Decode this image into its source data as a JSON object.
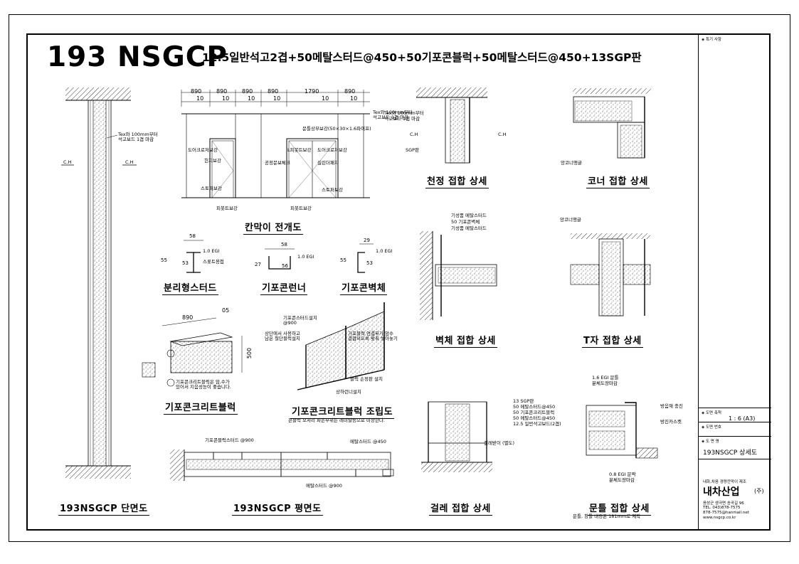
{
  "title": {
    "code": "193 NSGCP",
    "spec": "12.5일반석고2겹+50메탈스터드@450+50기포콘블럭+50메탈스터드@450+13SGP판"
  },
  "section_view": {
    "caption": "193NSGCP 단면도",
    "note": "Tex와 100mm부터\n석고보드 1겹 마감",
    "cut_left": "C.H",
    "cut_right": "C.H"
  },
  "elevation_view": {
    "caption": "칸막이 전개도",
    "widths": [
      "890",
      "890",
      "890",
      "890",
      "1790",
      "890"
    ],
    "gaps": [
      "10",
      "10",
      "10",
      "10",
      "10",
      "10"
    ],
    "notes": {
      "top_right": "Tex와 100mm부터\n석고보드 1겹 마감",
      "frame_top": "문틀상부보강(50×30×1.6파이프)",
      "door_reinforce_l": "도어크로저보강",
      "hinge": "힌지보강",
      "stopper_l": "스토퍼보강",
      "pivot_l": "피봇트보강",
      "lift": "L피봇트보강",
      "door_reinforce_r": "도어크로저보강",
      "lock": "공정문보체크",
      "lock2": "실린더패치",
      "stopper_r": "스토퍼보강",
      "pivot_r": "피봇트보강"
    }
  },
  "profiles": [
    {
      "caption": "분리형스터드",
      "dims": [
        "58",
        "55",
        "53"
      ],
      "notes": [
        "1.0 EGI",
        "스롯트용접"
      ]
    },
    {
      "caption": "기포콘런너",
      "dims": [
        "58",
        "27",
        "56"
      ],
      "notes": [
        "1.0 EGI"
      ]
    },
    {
      "caption": "기포콘벽체",
      "dims": [
        "29",
        "55",
        "53"
      ],
      "notes": [
        "1.0 EGI"
      ]
    }
  ],
  "block_view": {
    "caption": "기포콘크리트블럭",
    "dims": [
      "890",
      "05",
      "500"
    ],
    "note": "기포콘크리트블럭은 암,수가\n있어서 지음성능이 좋습니다."
  },
  "assembly_view": {
    "caption": "기포콘크리트블럭 조립도",
    "sub": "콘블럭 모서리 파손부위는 레미탈등으로 미장한다.",
    "notes": {
      "stud": "기포콘스터드설치\n@900",
      "top": "상단에서 사용하고\n남은 절단블럭설치",
      "joint": "기포블럭 연결부가 암수\n결합되도록 맞춰 쌓아놓기",
      "screw": "블럭 손정판 설치",
      "runner": "상하런너설치"
    }
  },
  "plan_view": {
    "caption": "193NSGCP 평면도",
    "notes": {
      "stud900": "기포콘블럭스터드 @900",
      "stud450": "메탈스터드 @450",
      "stud900b": "메탈스터드 @900"
    }
  },
  "details": [
    {
      "caption": "천정 접합 상세",
      "notes": [
        "Tex와 100mm부터",
        "석고보드 1겹 마감",
        "C.H",
        "C.H",
        "SGP판"
      ]
    },
    {
      "caption": "코너 접합 상세",
      "notes": [
        "앙코너앵글"
      ]
    },
    {
      "caption": "벽체 접합 상세",
      "notes": [
        "기성품 메탈스터드",
        "50 기포콘벽체",
        "기성품 메탈스터드"
      ]
    },
    {
      "caption": "T자 접합 상세",
      "notes": [
        "앙코너앵글"
      ]
    },
    {
      "caption": "걸레 접합 상세",
      "notes": [
        "13   SGP판",
        "50   메탈스터드@450",
        "50   기포콘크리트블럭",
        "50   메탈스터드@450",
        "12.5 일반석고보드(2겹)",
        "걸레받이 (별도)"
      ]
    },
    {
      "caption": "문틀 접합 상세",
      "notes": [
        "1.6 EGI 문틀",
        "분체도장마감",
        "방음재 충진",
        "방진카스켓",
        "0.8 EGI 문짝",
        "분체도장마감"
      ],
      "sub": "문틀, 창틀 내경은 181mm로 제작"
    }
  ],
  "title_block": {
    "remarks_label": "◈ 특기 사항",
    "scale_label": "◈ 도면 축척",
    "scale_value": "1 : 6 (A3)",
    "number_label": "◈ 도면 번호",
    "name_label": "◈ 도 면 명",
    "name_value": "193NSGCP 상세도",
    "company_tag": "내화,차음 경량칸막이 제조",
    "company": "내차산업",
    "company_suffix": "(주)",
    "address": "음성군 생극면 송곡길 96",
    "tel": "TEL. 043)878-7575",
    "fax": "878-7575@hanmail.net",
    "web": "www.nsgcp.co.kr"
  },
  "colors": {
    "line": "#000000",
    "hatch": "#000000",
    "paper": "#ffffff"
  }
}
